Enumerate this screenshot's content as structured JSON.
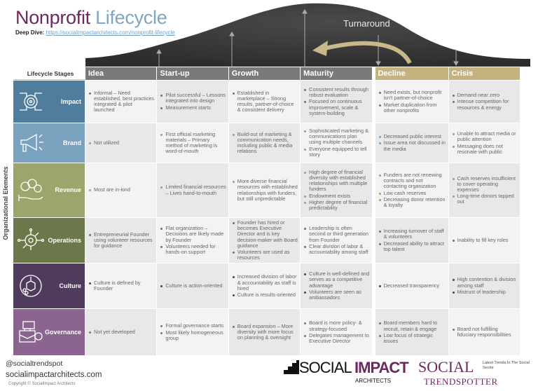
{
  "title": {
    "part1": "Nonprofit",
    "part2": "Lifecycle"
  },
  "deep_dive": {
    "label": "Deep Dive:",
    "link": "https://socialimpactarchitects.com/nonprofit-lifecycle"
  },
  "turnaround_label": "Turnaround",
  "side_label": "Organizational Elements",
  "stages_label": "Lifecycle Stages",
  "stages": [
    "Idea",
    "Start-up",
    "Growth",
    "Maturity",
    "Decline",
    "Crisis"
  ],
  "colors": {
    "curve": "#3b3b3b",
    "stage_header": "#7a7a7a",
    "decline_header": "#c4b37f",
    "arrow": "#c9b98a"
  },
  "rows": [
    {
      "label": "Impact",
      "icon": "target-hands-icon",
      "color": "#4f7d9b",
      "cells": [
        [
          "Informal – Need established, best practices integrated & pilot launched"
        ],
        [
          "Pilot successful – Lessons integrated into design",
          "Measurement starts"
        ],
        [
          "Established in marketplace – Strong results, partner-of-choice & consistent delivery"
        ],
        [
          "Consistent results through robust evaluation",
          "Focused on continuous improvement, scale & system-building"
        ],
        [
          "Need exists, but nonprofit isn't partner-of-choice",
          "Market duplication from other nonprofits"
        ],
        [
          "Demand near zero",
          "Intense competition for resources & energy"
        ]
      ]
    },
    {
      "label": "Brand",
      "icon": "megaphone-icon",
      "color": "#7aa2bf",
      "cells": [
        [
          "Not utilized"
        ],
        [
          "First official marketing materials – Primary method of marketing is word-of-mouth"
        ],
        [
          "Build-out of marketing & communication needs, including public & media relations"
        ],
        [
          "Sophisticated marketing & communications plan using multiple channels",
          "Everyone equipped to tell story"
        ],
        [
          "Decreased public interest",
          "Issue area not discussed in the media"
        ],
        [
          "Unable to attract media or public attention",
          "Messaging does not resonate with public"
        ]
      ]
    },
    {
      "label": "Revenue",
      "icon": "coins-hand-icon",
      "color": "#9aa66b",
      "cells": [
        [
          "Most are in-kind"
        ],
        [
          "Limited financial resources – Lives hand-to-mouth"
        ],
        [
          "More diverse financial resources with established relationships with funders, but still unpredictable"
        ],
        [
          "High degree of financial diversity with established relationships with multiple funders",
          "Endowment exists",
          "Higher degree of financial predictability"
        ],
        [
          "Funders are not renewing contracts and not contacting organization",
          "Low cash reserves",
          "Decreasing donor retention & loyalty"
        ],
        [
          "Cash reserves insufficient to cover operating expenses",
          "Long-time donors tapped out"
        ]
      ]
    },
    {
      "label": "Operations",
      "icon": "gear-circuit-icon",
      "color": "#6a784a",
      "cells": [
        [
          "Entrepreneurial Founder using volunteer resources for guidance"
        ],
        [
          "Flat organization – Decisions are likely made by Founder",
          "Volunteers needed for hands-on support"
        ],
        [
          "Founder has hired or becomes Executive Director and is key decision-maker with Board guidance",
          "Volunteers are used as resources"
        ],
        [
          "Leadership is often second or third generation from Founder",
          "Clear division of labor & accountability among staff"
        ],
        [
          "Increasing turnover of staff & volunteers",
          "Decreased ability to attract top talent"
        ],
        [
          "Inability to fill key roles"
        ]
      ]
    },
    {
      "label": "Culture",
      "icon": "culture-globe-icon",
      "color": "#4f3b5b",
      "cells": [
        [
          "Culture is defined by Founder"
        ],
        [
          "Culture is action-oriented"
        ],
        [
          "Increased division of labor & accountability as staff is hired",
          "Culture is results-oriented"
        ],
        [
          "Culture is well-defined and serves as a competitive advantage",
          "Volunteers are seen as ambassadors"
        ],
        [
          "Decreased transparency"
        ],
        [
          "High contention & division among staff",
          "Mistrust of leadership"
        ]
      ]
    },
    {
      "label": "Governance",
      "icon": "briefcase-documents-icon",
      "color": "#8b6590",
      "cells": [
        [
          "Not yet developed"
        ],
        [
          "Formal governance starts",
          "Most likely homogeneous group"
        ],
        [
          "Board expansion – More diversity with more focus on planning & oversight"
        ],
        [
          "Board is more policy- & strategy-focused",
          "Delegates management to Executive Director"
        ],
        [
          "Board members hard to recruit, retain & engage",
          "Low focus of strategic issues"
        ],
        [
          "Board not fulfilling fiduciary responsibilities"
        ]
      ]
    }
  ],
  "footer": {
    "handle": "@socialtrendspot",
    "site": "socialimpactarchitects.com",
    "copyright": "Copyright © SocialImpact Architects",
    "logo1": {
      "a": "SOCIAL ",
      "b": "IMPACT",
      "c": "ARCHITECTS"
    },
    "logo2": {
      "a": "SOCIAL",
      "b": "TRENDSPOTTER",
      "tag": "Latest Trends In The Social Sector"
    }
  }
}
